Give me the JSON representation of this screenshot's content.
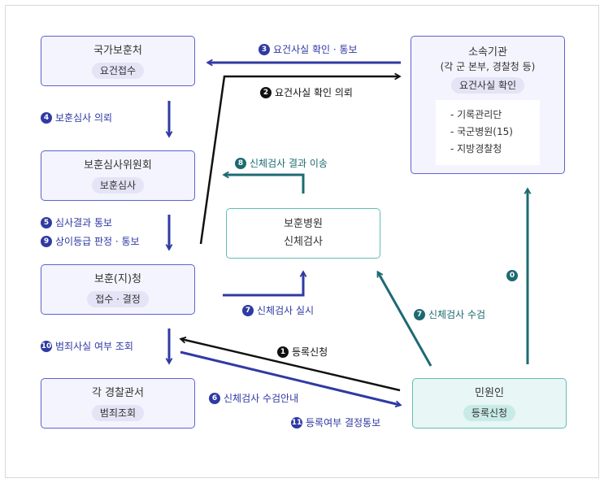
{
  "nodes": {
    "national_agency": {
      "title": "국가보훈처",
      "tag": "요건접수"
    },
    "review_committee": {
      "title": "보훈심사위원회",
      "tag": "보훈심사"
    },
    "branch_office": {
      "title": "보훈(지)청",
      "tag": "접수 · 결정"
    },
    "police_station": {
      "title": "각 경찰관서",
      "tag": "범죄조회"
    },
    "affiliated_org": {
      "title": "소속기관",
      "subtitle": "(각 군 본부, 경찰청 등)",
      "tag": "요건사실 확인",
      "items": [
        "-  기록관리단",
        "-  국군병원(15)",
        "-  지방경찰청"
      ]
    },
    "veterans_hospital": {
      "title": "보훈병원",
      "tag": "신체검사"
    },
    "applicant": {
      "title": "민원인",
      "tag": "등록신청"
    }
  },
  "labels": {
    "step3": {
      "num": "3",
      "text": "요건사실 확인 · 통보"
    },
    "step2": {
      "num": "2",
      "text": "요건사실 확인 의뢰"
    },
    "step4": {
      "num": "4",
      "text": "보훈심사 의뢰"
    },
    "step8": {
      "num": "8",
      "text": "신체검사 결과 이송"
    },
    "step5": {
      "num": "5",
      "text": "심사결과 통보"
    },
    "step9": {
      "num": "9",
      "text": "상이등급 판정 · 통보"
    },
    "step7a": {
      "num": "7",
      "text": "신체검사 실시"
    },
    "step7b": {
      "num": "7",
      "text": "신체검사 수검"
    },
    "step0": {
      "num": "0",
      "text": ""
    },
    "step10": {
      "num": "10",
      "text": "범죄사실 여부 조회"
    },
    "step1": {
      "num": "1",
      "text": "등록신청"
    },
    "step6": {
      "num": "6",
      "text": "신체검사 수검안내"
    },
    "step11": {
      "num": "11",
      "text": "등록여부 결정통보"
    }
  },
  "colors": {
    "blue": "#2f3aa3",
    "black": "#111111",
    "teal": "#1d6a73",
    "box_blue_border": "#5d63cc",
    "box_teal_border": "#62bdb5"
  }
}
